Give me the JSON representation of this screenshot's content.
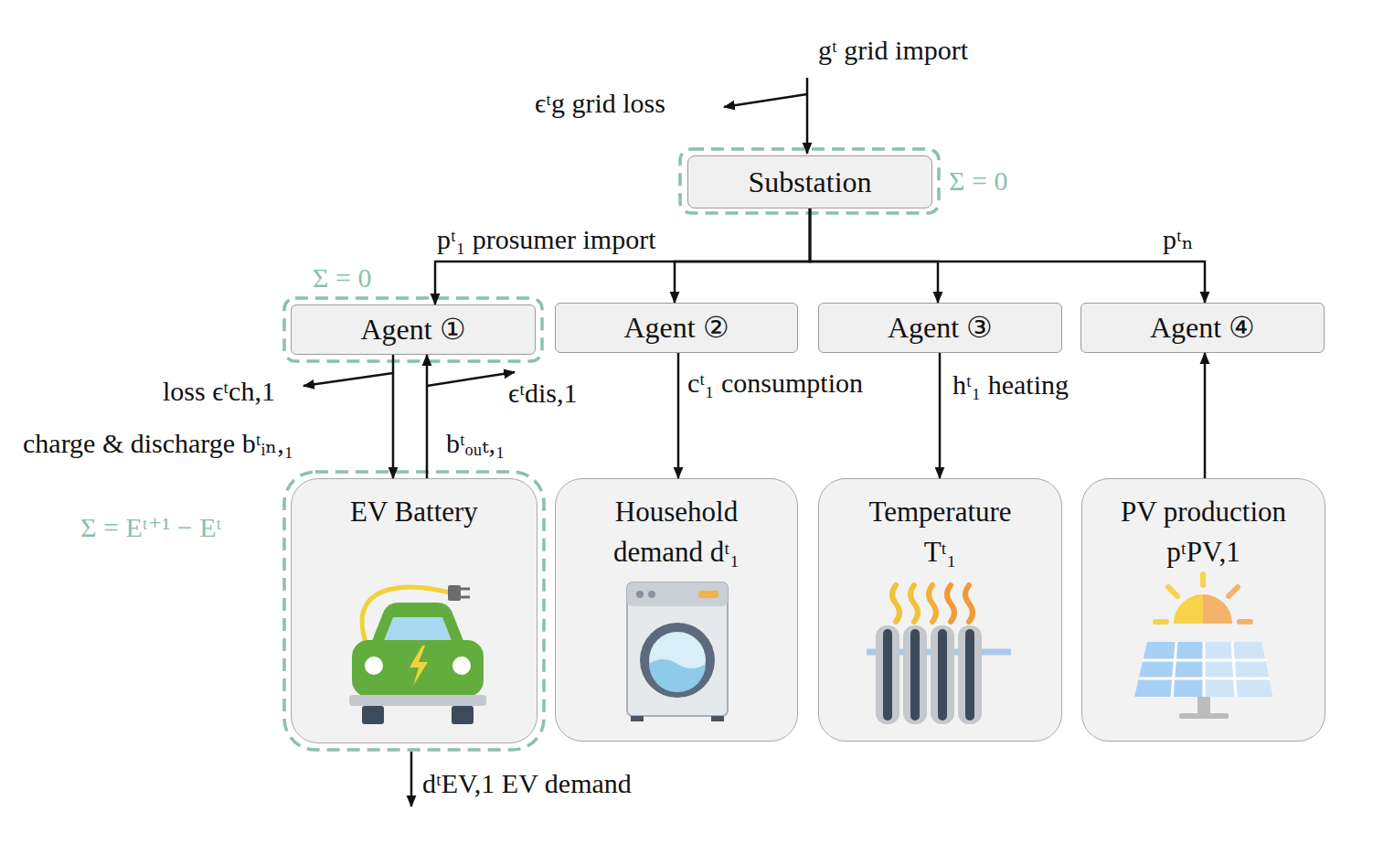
{
  "diagram": {
    "nodes": [
      {
        "text": [
          "Substation"
        ]
      },
      {
        "text": [
          "Agent ①"
        ]
      },
      {
        "text": [
          "Agent ②"
        ]
      },
      {
        "text": [
          "Agent ③"
        ]
      },
      {
        "text": [
          "Agent ④"
        ]
      },
      {
        "text": [
          "EV Battery"
        ]
      },
      {
        "text": [
          "Household demand dᵗ₁"
        ]
      },
      {
        "text": [
          "Temperature Tᵗ₁"
        ]
      },
      {
        "text": [
          "PV production pᵗPV,1"
        ]
      }
    ],
    "edges": [
      {
        "from": 0,
        "to": 1,
        "arrow": "to",
        "label": "pᵗ₁ prosumer import"
      },
      {
        "from": 0,
        "to": 2,
        "arrow": "to"
      },
      {
        "from": 0,
        "to": 3,
        "arrow": "to"
      },
      {
        "from": 0,
        "to": 4,
        "arrow": "to",
        "label": "pᵗₙ"
      },
      {
        "from": 1,
        "to": 5,
        "arrow": "to",
        "label": "charge & discharge bᵗᵢₙ,₁"
      },
      {
        "from": 5,
        "to": 1,
        "arrow": "to",
        "label": "bᵗₒᵤₜ,₁"
      },
      {
        "from": 2,
        "to": 6,
        "arrow": "to",
        "label": "cᵗ₁ consumption"
      },
      {
        "from": 3,
        "to": 7,
        "arrow": "to",
        "label": "hᵗ₁ heating"
      },
      {
        "from": 8,
        "to": 4,
        "arrow": "to"
      }
    ],
    "labels": [
      "gᵗ grid import",
      "ϵᵗg grid loss",
      "Σ = 0",
      "Σ = 0",
      "Σ = Eᵗ⁺¹ − Eᵗ",
      "loss ϵᵗch,1",
      "ϵᵗdis,1",
      "dᵗEV,1 EV demand"
    ]
  }
}
